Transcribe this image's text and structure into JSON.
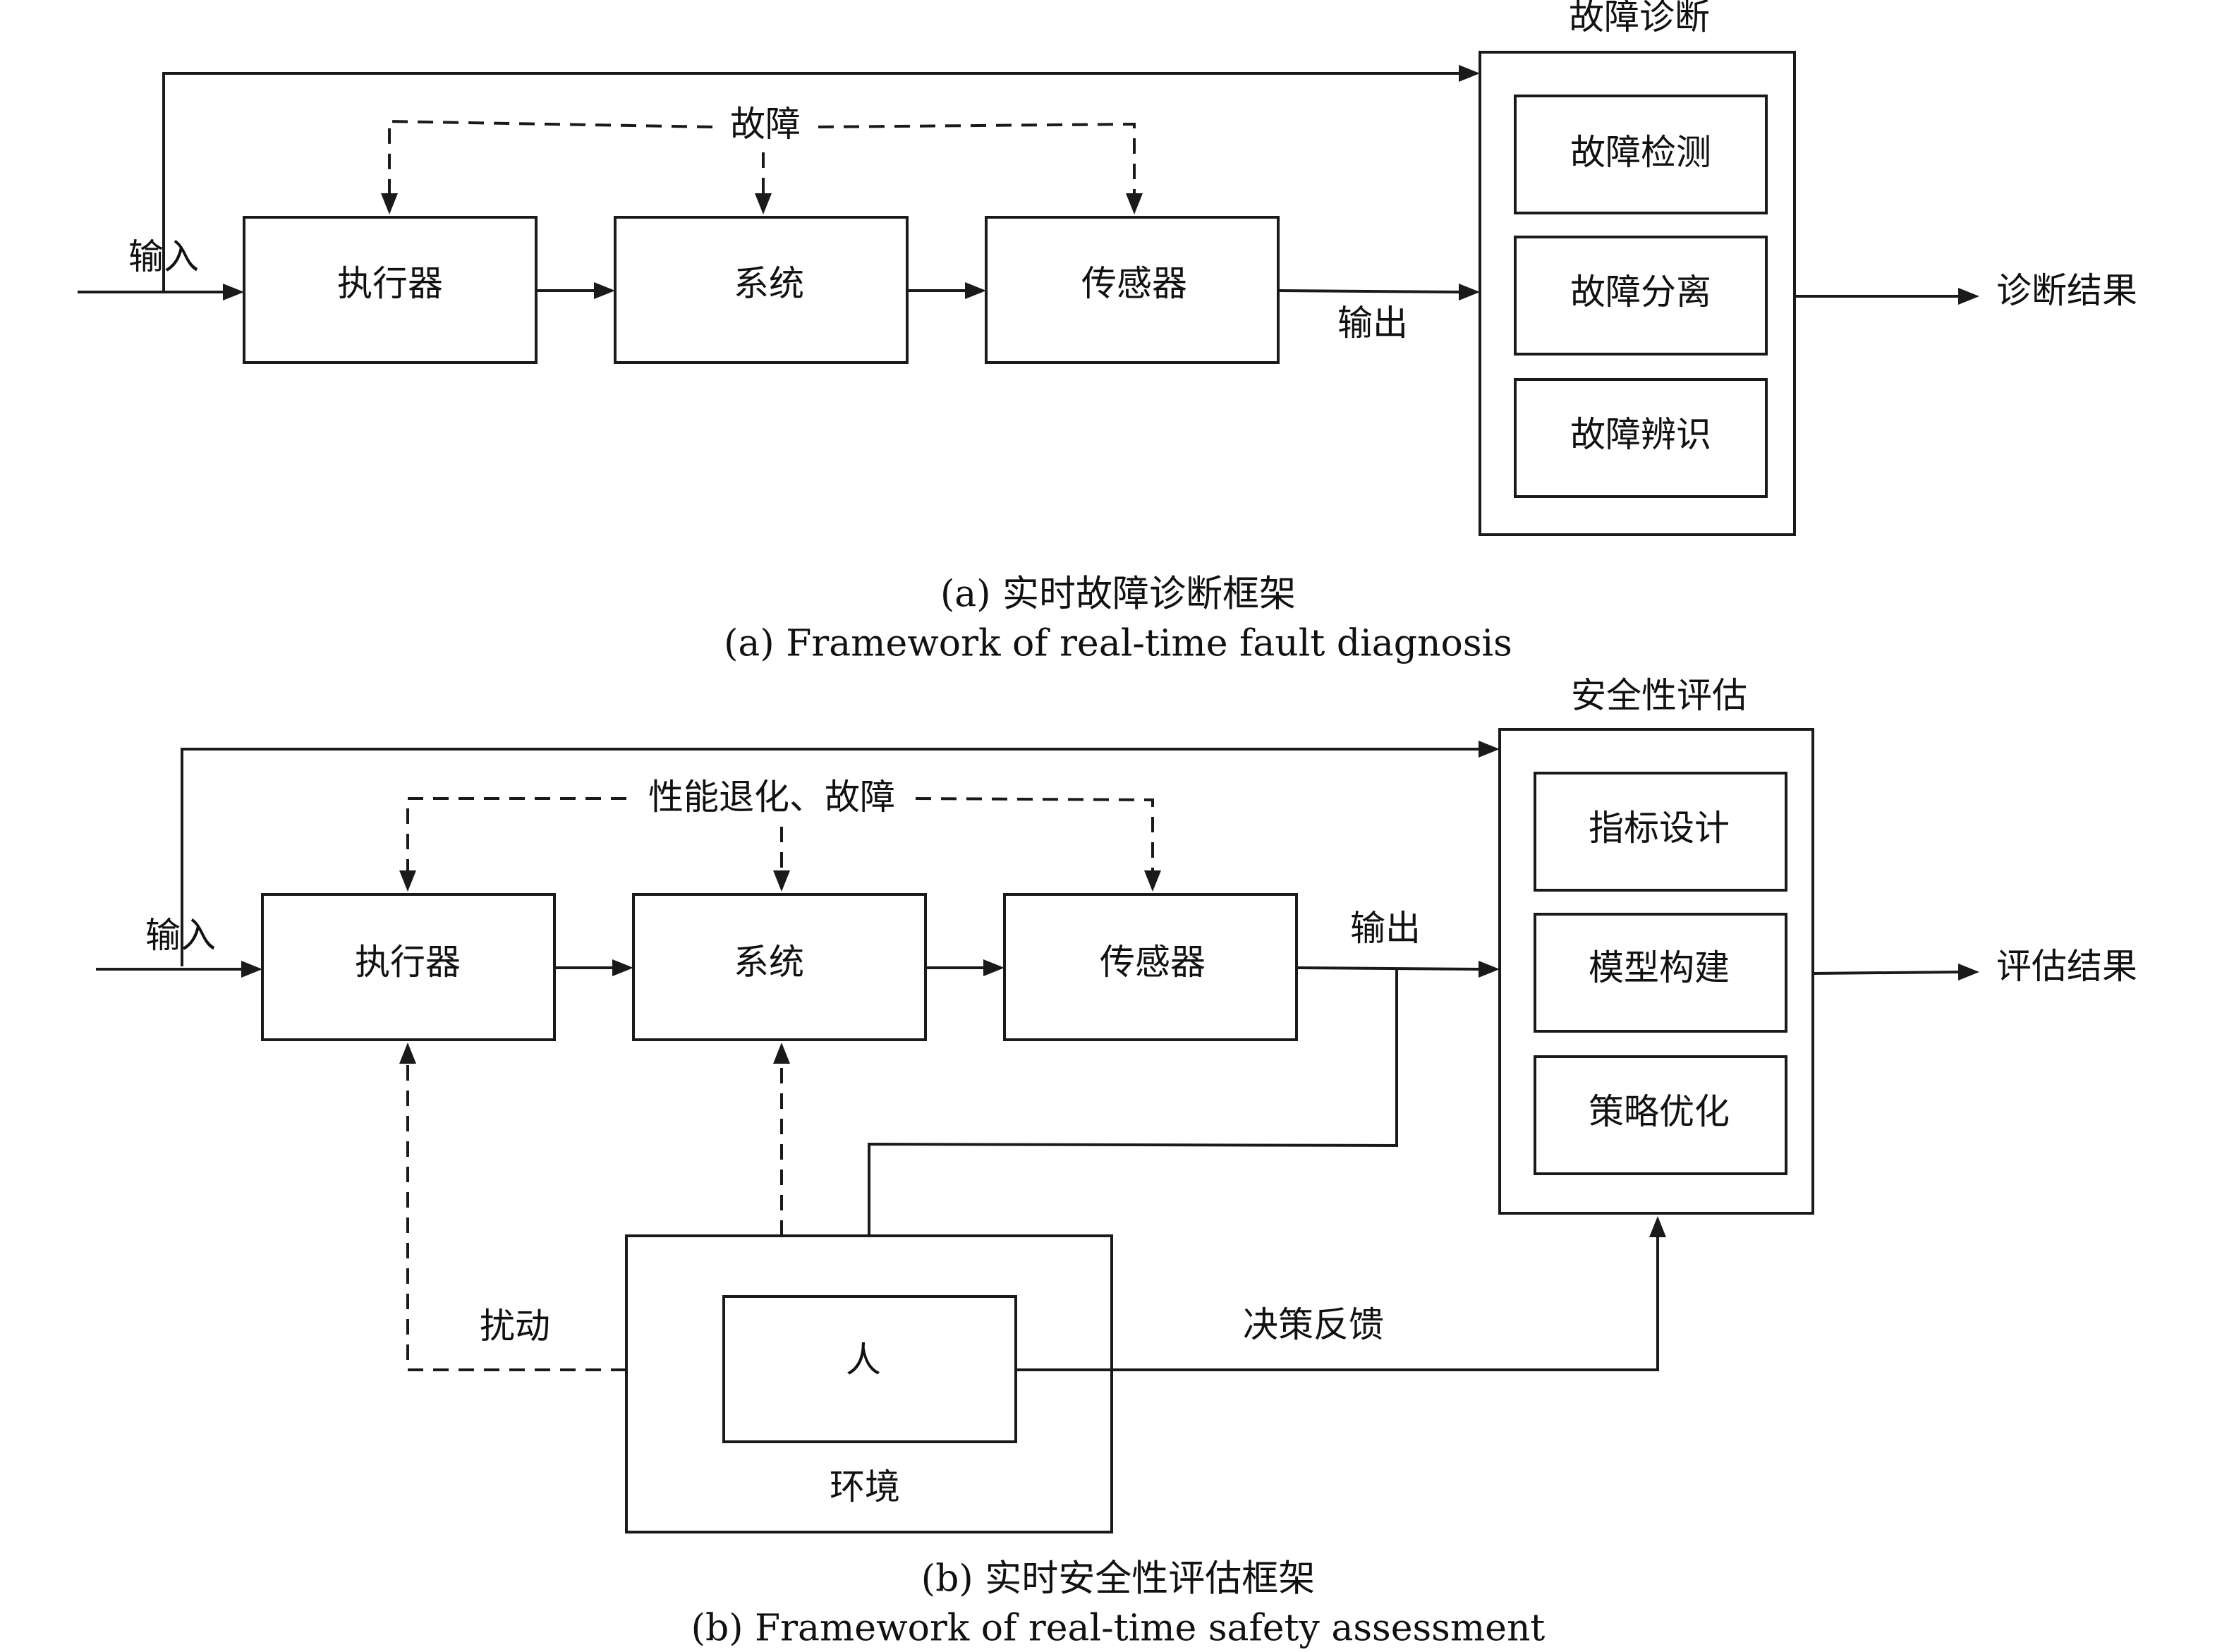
{
  "panel_a": {
    "input_label": "输入",
    "fault_label": "故障",
    "output_label": "输出",
    "blocks": {
      "actuator": "执行器",
      "system": "系统",
      "sensor": "传感器"
    },
    "diagnosis": {
      "title": "故障诊断",
      "items": [
        "故障检测",
        "故障分离",
        "故障辨识"
      ]
    },
    "result_label": "诊断结果",
    "caption_zh": "(a) 实时故障诊断框架",
    "caption_en": "(a) Framework of real-time fault diagnosis"
  },
  "panel_b": {
    "input_label": "输入",
    "fault_label": "性能退化、故障",
    "output_label": "输出",
    "blocks": {
      "actuator": "执行器",
      "system": "系统",
      "sensor": "传感器"
    },
    "assessment": {
      "title": "安全性评估",
      "items": [
        "指标设计",
        "模型构建",
        "策略优化"
      ]
    },
    "result_label": "评估结果",
    "disturbance_label": "扰动",
    "human_label": "人",
    "environment_label": "环境",
    "feedback_label": "决策反馈",
    "caption_zh": "(b) 实时安全性评估框架",
    "caption_en": "(b) Framework of real-time safety assessment"
  }
}
